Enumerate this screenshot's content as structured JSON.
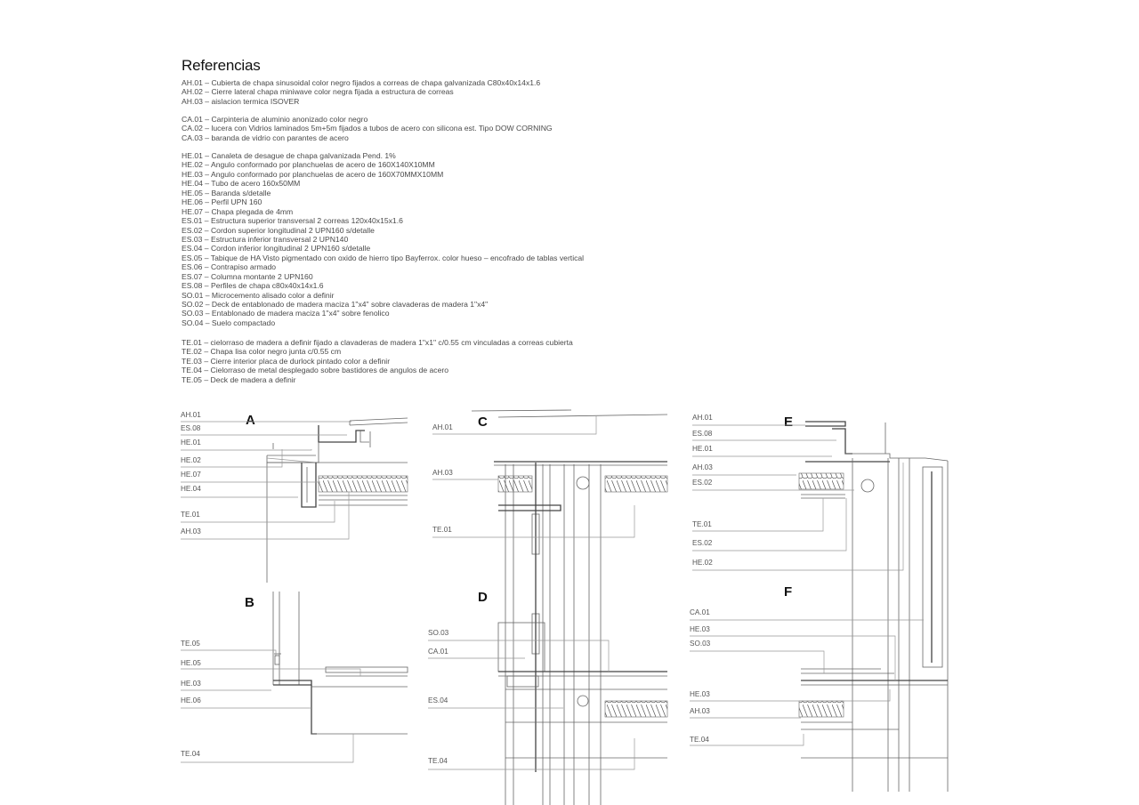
{
  "title": "Referencias",
  "references": {
    "ah": [
      "AH.01 – Cubierta de chapa sinusoidal color negro fijados a correas de chapa galvanizada C80x40x14x1.6",
      "AH.02 – Cierre lateral chapa miniwave color negra fijada a estructura de correas",
      "AH.03 – aislacion termica ISOVER"
    ],
    "ca": [
      "CA.01 – Carpinteria de aluminio anonizado color negro",
      "CA.02 – lucera con Vidrios laminados 5m+5m fijados a tubos de acero con silicona est. Tipo DOW CORNING",
      "CA.03 – baranda de vidrio con parantes de acero"
    ],
    "he": [
      "HE.01 – Canaleta de desague de chapa galvanizada Pend. 1%",
      "HE.02 – Angulo conformado por planchuelas de acero de 160X140X10MM",
      "HE.03 – Angulo conformado por planchuelas de acero de 160X70MMX10MM",
      "HE.04 – Tubo de acero 160x50MM",
      "HE.05 – Baranda s/detalle",
      "HE.06 – Perfil UPN 160",
      "HE.07 – Chapa plegada de 4mm",
      "ES.01 – Estructura superior transversal 2 correas 120x40x15x1.6",
      "ES.02 – Cordon superior longitudinal 2 UPN160 s/detalle",
      "ES.03 – Estructura inferior transversal 2 UPN140",
      "ES.04 – Cordon inferior longitudinal 2 UPN160 s/detalle",
      "ES.05 – Tabique de HA Visto pigmentado con oxido de hierro tipo Bayferrox. color hueso – encofrado de tablas vertical",
      "ES.06 – Contrapiso armado",
      "ES.07 – Columna montante 2 UPN160",
      "ES.08 – Perfiles de chapa c80x40x14x1.6",
      "SO.01 – Microcemento alisado color a definir",
      "SO.02 – Deck de entablonado de madera maciza 1\"x4\" sobre clavaderas de madera 1\"x4\"",
      "SO.03 – Entablonado de madera maciza 1\"x4\" sobre fenolico",
      "SO.04 – Suelo compactado"
    ],
    "te": [
      "TE.01 – cielorraso de madera a definir fijado a clavaderas de madera 1\"x1\" c/0.55 cm vinculadas a correas cubierta",
      "TE.02 – Chapa lisa color negro junta c/0.55 cm",
      "TE.03 – Cierre interior placa de durlock pintado color a definir",
      "TE.04 – Cielorraso de metal desplegado sobre bastidores de angulos de acero",
      "TE.05 – Deck de madera a definir"
    ]
  },
  "details": {
    "A": {
      "name": "A",
      "labels": [
        "AH.01",
        "ES.08",
        "HE.01",
        "HE.02",
        "HE.07",
        "HE.04",
        "TE.01",
        "AH.03"
      ]
    },
    "B": {
      "name": "B",
      "labels": [
        "TE.05",
        "HE.05",
        "HE.03",
        "HE.06",
        "TE.04"
      ]
    },
    "C": {
      "name": "C",
      "labels": [
        "AH.01",
        "AH.03",
        "TE.01"
      ]
    },
    "D": {
      "name": "D",
      "labels": [
        "SO.03",
        "CA.01",
        "ES.04",
        "TE.04"
      ]
    },
    "E": {
      "name": "E",
      "labels": [
        "AH.01",
        "ES.08",
        "HE.01",
        "AH.03",
        "ES.02",
        "TE.01",
        "ES.02",
        "HE.02"
      ]
    },
    "F": {
      "name": "F",
      "labels": [
        "CA.01",
        "HE.03",
        "SO.03",
        "HE.03",
        "AH.03",
        "TE.04"
      ]
    }
  }
}
